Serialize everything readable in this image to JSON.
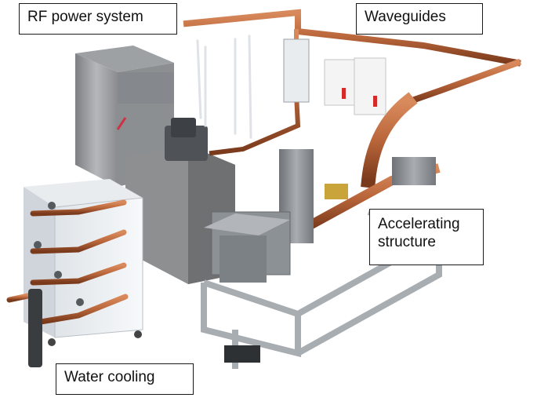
{
  "labels": {
    "rf_power_system": "RF power system",
    "waveguides": "Waveguides",
    "accelerating_structure_line1": "Accelerating",
    "accelerating_structure_line2": "structure",
    "water_cooling": "Water cooling"
  },
  "colors": {
    "copper": "#b8653a",
    "copper_dark": "#8a4524",
    "steel": "#8e9296",
    "steel_dark": "#5c6064",
    "cabinet": "#9a9a9a",
    "frame": "#a8adb2",
    "warning_red": "#d42a2a",
    "brass": "#c9a43a"
  }
}
